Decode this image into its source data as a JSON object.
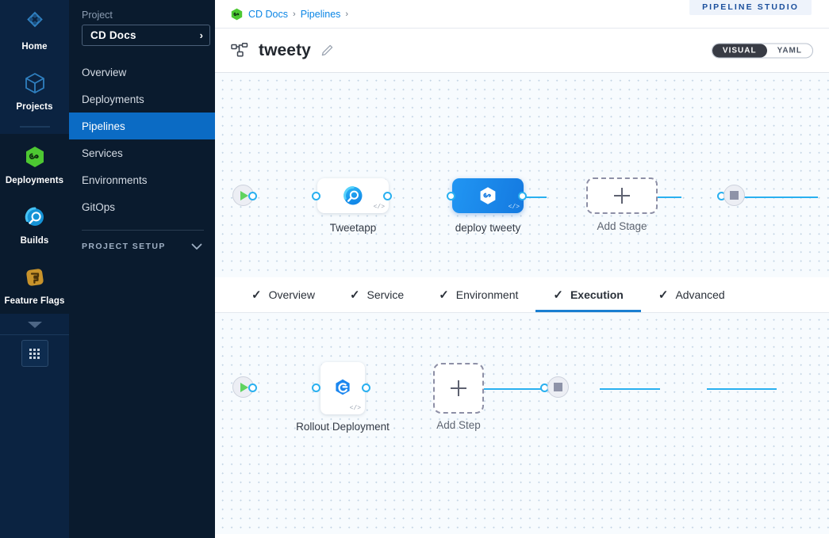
{
  "rail": {
    "items": [
      {
        "label": "Home",
        "icon": "harness-home-icon",
        "active": false
      },
      {
        "label": "Projects",
        "icon": "cube-projects-icon",
        "active": false
      },
      {
        "label": "Deployments",
        "icon": "deployments-green-icon",
        "active": true
      },
      {
        "label": "Builds",
        "icon": "builds-blue-icon",
        "active": false
      },
      {
        "label": "Feature Flags",
        "icon": "feature-flags-orange-icon",
        "active": false
      }
    ],
    "more_icon": "chevron-down-icon",
    "apps_icon": "grid-apps-icon"
  },
  "sidebar": {
    "project_label": "Project",
    "project_name": "CD Docs",
    "project_chevron": "›",
    "items": [
      {
        "label": "Overview",
        "active": false
      },
      {
        "label": "Deployments",
        "active": false
      },
      {
        "label": "Pipelines",
        "active": true
      },
      {
        "label": "Services",
        "active": false
      },
      {
        "label": "Environments",
        "active": false
      },
      {
        "label": "GitOps",
        "active": false
      }
    ],
    "setup_label": "PROJECT SETUP",
    "setup_chevron": "⌄"
  },
  "header": {
    "breadcrumb": [
      {
        "label": "CD Docs",
        "sep": "›"
      },
      {
        "label": "Pipelines",
        "sep": "›"
      }
    ],
    "studio_badge": "PIPELINE STUDIO",
    "pipeline_name": "tweety",
    "edit_icon": "pencil-edit-icon",
    "pipeline_icon": "pipeline-nodes-icon",
    "mode_toggle": {
      "options": [
        "VISUAL",
        "YAML"
      ],
      "selected": "VISUAL"
    }
  },
  "stage_canvas": {
    "start_icon": "play-start-icon",
    "end_icon": "stop-end-icon",
    "nodes": [
      {
        "label": "Tweetapp",
        "type": "build-stage",
        "icon": "build-magnifier-icon",
        "selected": false,
        "code_glyph": "</>"
      },
      {
        "label": "deploy tweety",
        "type": "deploy-stage",
        "icon": "harness-deploy-icon",
        "selected": true,
        "code_glyph": "</>"
      }
    ],
    "add_node": {
      "label": "Add Stage",
      "icon": "plus-icon"
    }
  },
  "tabs": [
    {
      "label": "Overview",
      "check": "✓",
      "active": false
    },
    {
      "label": "Service",
      "check": "✓",
      "active": false
    },
    {
      "label": "Environment",
      "check": "✓",
      "active": false
    },
    {
      "label": "Execution",
      "check": "✓",
      "active": true
    },
    {
      "label": "Advanced",
      "check": "✓",
      "active": false
    }
  ],
  "step_canvas": {
    "start_icon": "play-start-icon",
    "end_icon": "stop-end-icon",
    "nodes": [
      {
        "label": "Rollout Deployment",
        "type": "step",
        "icon": "rollout-deployment-icon",
        "code_glyph": "</>"
      }
    ],
    "add_node": {
      "label": "Add Step",
      "icon": "plus-icon"
    }
  },
  "colors": {
    "rail_bg": "#0b2341",
    "sidebar_bg": "#0a1b2e",
    "sidebar_active": "#0b6bc4",
    "link": "#0a85e5",
    "connector": "#29b0f0",
    "tab_underline": "#1a7ed1",
    "deploy_node": "#1c85ef",
    "canvas_bg": "#f7fbfe",
    "badge_text": "#1b4f9c"
  }
}
